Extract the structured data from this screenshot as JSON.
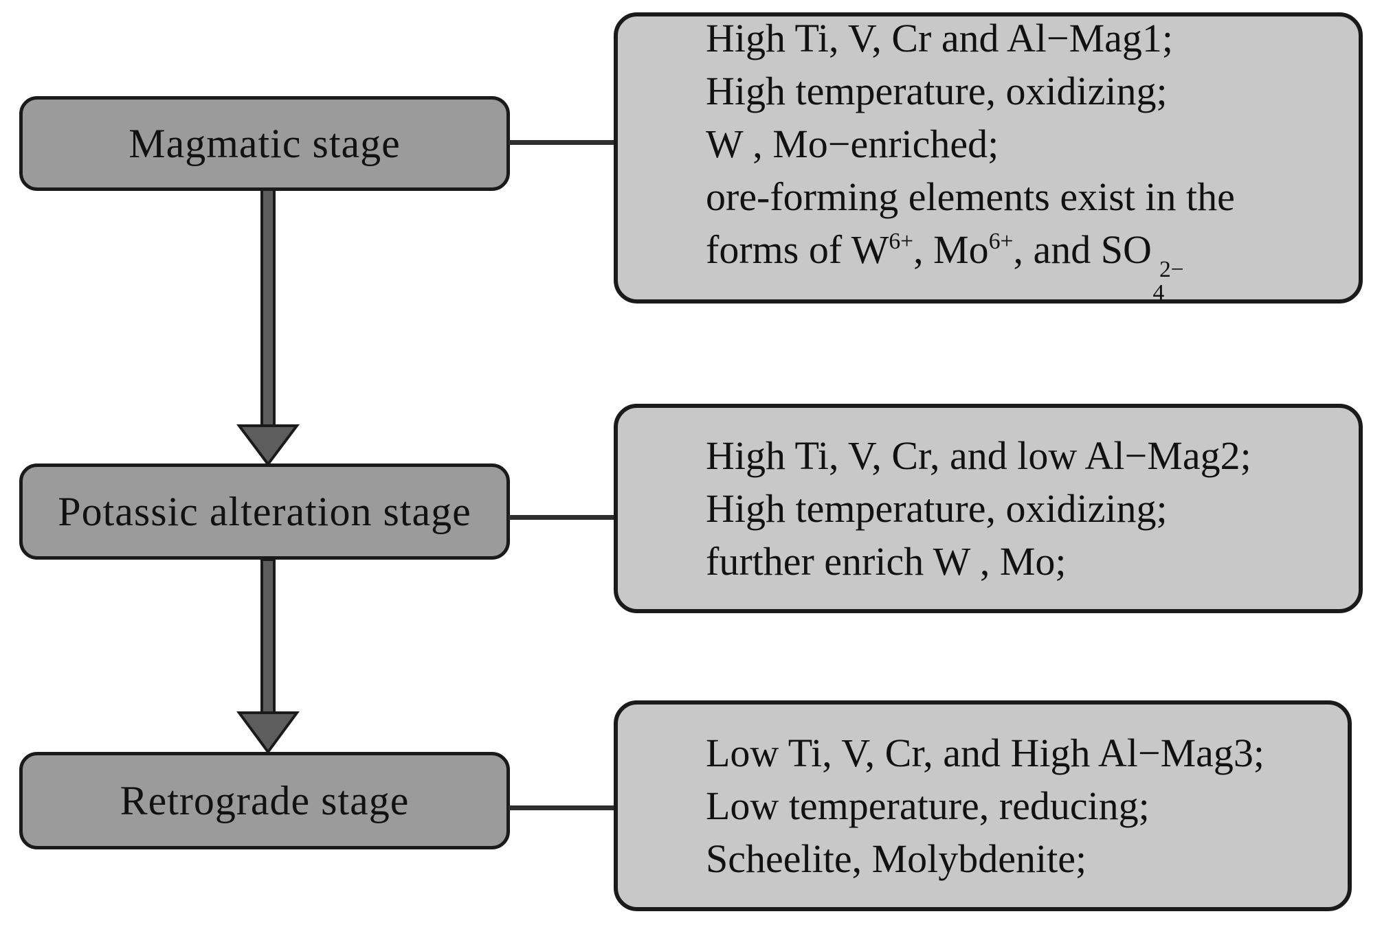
{
  "figure": {
    "background": "#ffffff",
    "description_labels": {
      "stage1": "Magmatic stage",
      "stage2": "Potassic alteration stage",
      "stage3": "Retrograde stage"
    }
  },
  "colors": {
    "bg": "#ffffff",
    "stage_fill": "#9b9b9b",
    "detail_fill": "#c8c8c8",
    "border": "#1a1a1a",
    "arrow_fill": "#5d5d5d",
    "connector": "#2e2e2e",
    "text": "#111111"
  },
  "stages": [
    {
      "label": "Magmatic stage",
      "details": [
        [
          {
            "t": "High Ti, V, Cr and Al−Mag1;"
          }
        ],
        [
          {
            "t": "High temperature, oxidizing;"
          }
        ],
        [
          {
            "t": "W , Mo−enriched;"
          }
        ],
        [
          {
            "t": "ore-forming elements exist in the"
          }
        ],
        [
          {
            "t": "forms of W"
          },
          {
            "t": "6+",
            "s": "sup"
          },
          {
            "t": ", Mo"
          },
          {
            "t": "6+",
            "s": "sup"
          },
          {
            "t": ", and SO"
          },
          {
            "s": "stack",
            "sup": "2−",
            "sub": "4"
          }
        ]
      ]
    },
    {
      "label": "Potassic alteration stage",
      "details": [
        [
          {
            "t": "High Ti, V, Cr, and low Al−Mag2;"
          }
        ],
        [
          {
            "t": "High temperature, oxidizing;"
          }
        ],
        [
          {
            "t": "further enrich W , Mo;"
          }
        ]
      ]
    },
    {
      "label": "Retrograde stage",
      "details": [
        [
          {
            "t": "Low Ti, V, Cr, and High Al−Mag3;"
          }
        ],
        [
          {
            "t": "Low temperature, reducing;"
          }
        ],
        [
          {
            "t": "Scheelite, Molybdenite;"
          }
        ]
      ]
    }
  ]
}
